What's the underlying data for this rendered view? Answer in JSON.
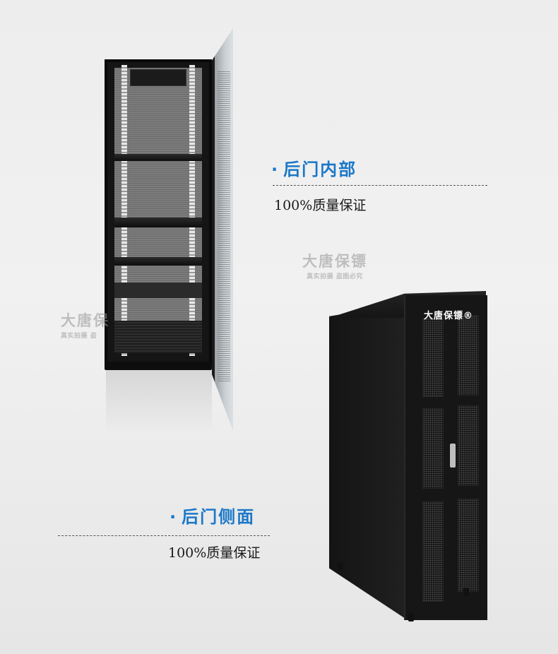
{
  "sections": [
    {
      "heading": "后门内部",
      "dashes": "— — — — — — — — — — — — — — —",
      "quality": "100%质量保证"
    },
    {
      "heading": "后门侧面",
      "dashes": "— — — — — — — — — — — — — — —",
      "quality": "100%质量保证"
    }
  ],
  "bullet": "·",
  "watermarks": [
    {
      "title": "大唐保镖",
      "subtitle": "真实拍摄 盗图必究"
    },
    {
      "title": "大唐保",
      "subtitle": "真实拍摄 盗"
    }
  ],
  "brand_plate": "大唐保镖®",
  "colors": {
    "heading": "#1b78c8",
    "text": "#1a1a1a",
    "background": "#ededed"
  }
}
